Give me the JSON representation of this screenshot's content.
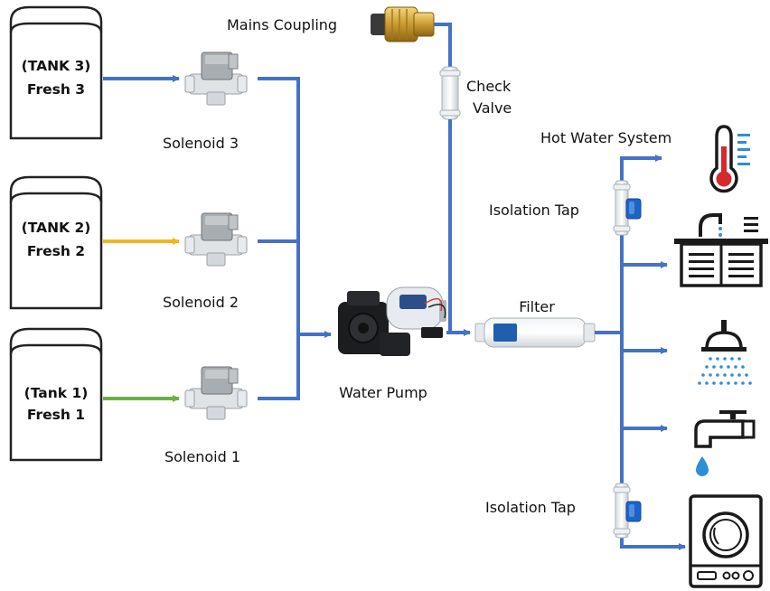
{
  "tanks": [
    {
      "line1": "(TANK 3)",
      "line2": "Fresh 3",
      "feed_color": "#4472c4"
    },
    {
      "line1": "(TANK 2)",
      "line2": "Fresh 2",
      "feed_color": "#f3b61f"
    },
    {
      "line1": "(Tank  1)",
      "line2": "Fresh  1",
      "feed_color": "#70ad47"
    }
  ],
  "solenoids": [
    "Solenoid 3",
    "Solenoid 2",
    "Solenoid  1"
  ],
  "labels": {
    "mains": "Mains Coupling",
    "check1": "Check",
    "check2": "Valve",
    "pump": "Water Pump",
    "filter": "Filter",
    "hot": "Hot Water System",
    "iso_top": "Isolation Tap",
    "iso_bottom": "Isolation Tap"
  },
  "colors": {
    "pipe": "#4472c4",
    "tap_handle": "#1e63c8",
    "thermometer_red": "#d42a2a",
    "water_blue": "#2e8fd6"
  },
  "icons": {
    "outlet_1": "thermometer-icon",
    "outlet_2": "kitchen-sink-icon",
    "outlet_3": "shower-icon",
    "outlet_4": "faucet-icon",
    "outlet_5": "washing-machine-icon"
  }
}
